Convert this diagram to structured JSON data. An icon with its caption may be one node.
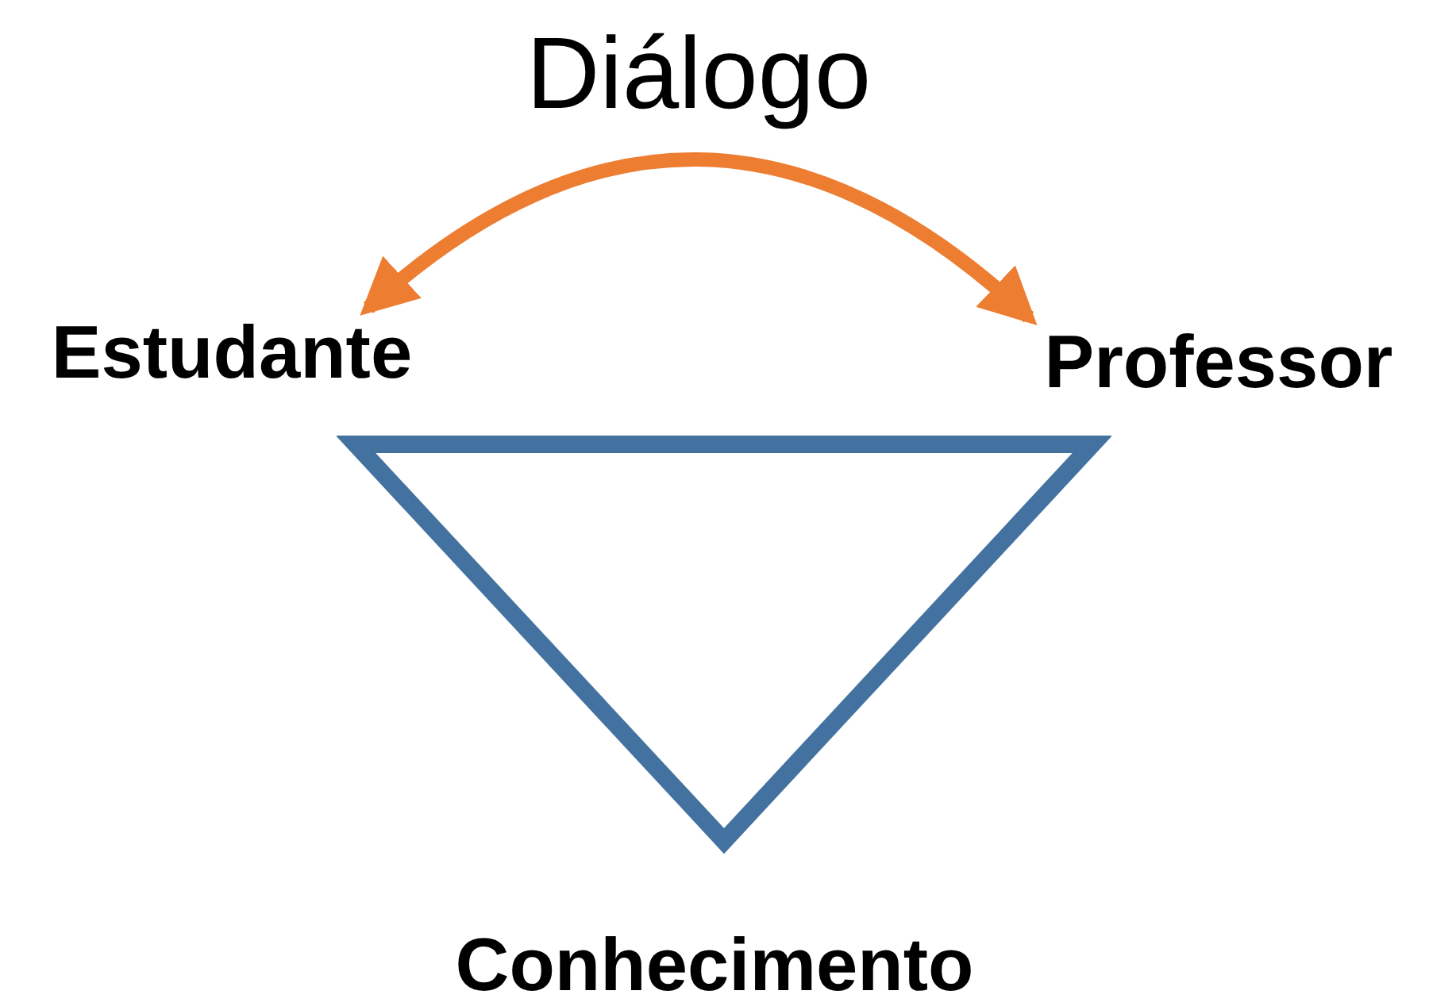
{
  "diagram": {
    "nodes": [
      {
        "text": [
          "Estudante"
        ]
      },
      {
        "text": [
          "Professor"
        ]
      },
      {
        "text": [],
        "shape": "triangle"
      },
      {
        "text": [
          "Conhecimento"
        ]
      }
    ],
    "edges": [
      {
        "from": 0,
        "to": 1,
        "arrow": "both",
        "label": "Diálogo"
      }
    ]
  }
}
